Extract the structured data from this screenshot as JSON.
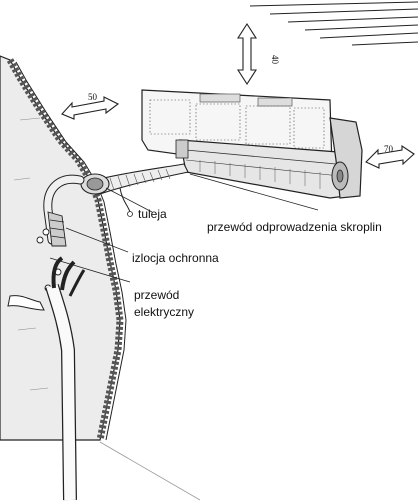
{
  "labels": {
    "sleeve": "tuleja",
    "drain_hose": "przewód odprowadzenia skroplin",
    "insulation": "izlocja ochronna",
    "cable_line1": "przewód",
    "cable_line2": "elektryczny"
  },
  "clearances": {
    "top": "40",
    "left": "50",
    "right": "70"
  }
}
